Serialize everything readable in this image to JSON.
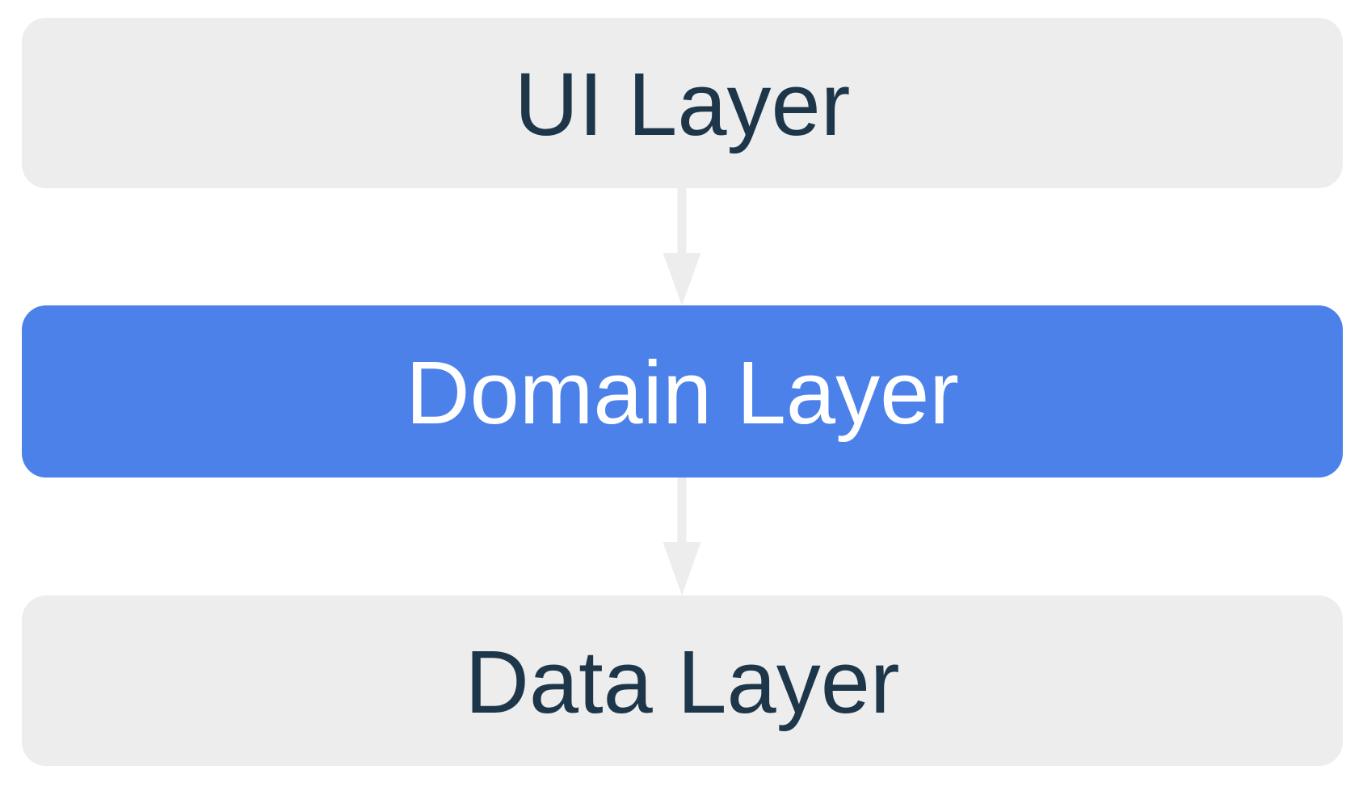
{
  "diagram": {
    "layers": [
      {
        "id": "ui-layer",
        "label": "UI Layer",
        "variant": "neutral"
      },
      {
        "id": "domain-layer",
        "label": "Domain Layer",
        "variant": "accent"
      },
      {
        "id": "data-layer",
        "label": "Data Layer",
        "variant": "neutral"
      }
    ],
    "arrows": [
      {
        "from": "ui-layer",
        "to": "domain-layer",
        "direction": "down"
      },
      {
        "from": "domain-layer",
        "to": "data-layer",
        "direction": "down"
      }
    ],
    "colors": {
      "background": "#ffffff",
      "neutral_box": "#ededed",
      "accent_box": "#4c81ea",
      "neutral_text": "#1d3649",
      "accent_text": "#ffffff",
      "arrow": "#ededed"
    }
  }
}
